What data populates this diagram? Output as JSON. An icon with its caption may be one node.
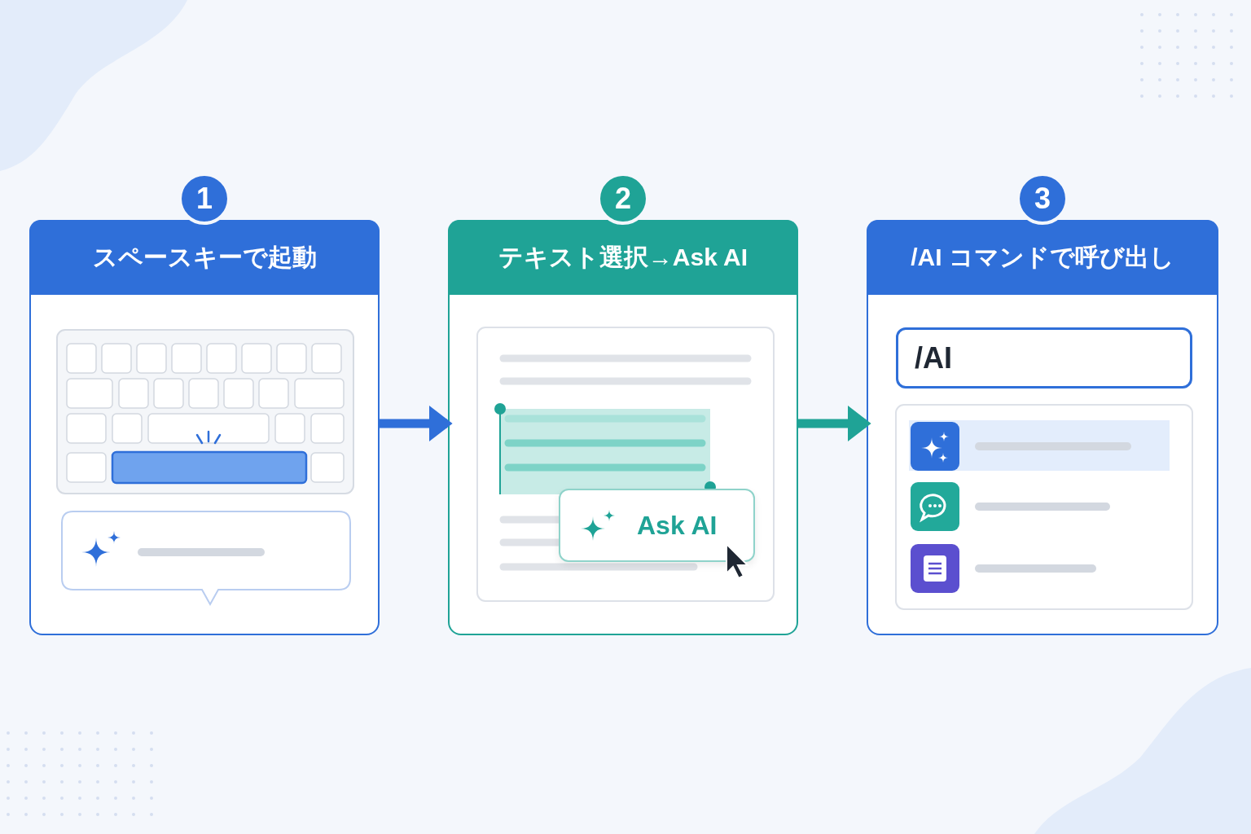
{
  "diagram": {
    "nodes": [
      {
        "text": [
          "1",
          "スペースキーで起動"
        ]
      },
      {
        "text": [
          "2",
          "テキスト選択→Ask AI"
        ]
      },
      {
        "text": [
          "3",
          "/AI コマンドで呼び出し"
        ]
      },
      {
        "text": [
          "Ask AI"
        ],
        "in": 1
      },
      {
        "text": [
          "/AI"
        ],
        "in": 2
      }
    ],
    "edges": [
      {
        "from": 0,
        "to": 1,
        "arrow": "to",
        "color": "#2f6fd9"
      },
      {
        "from": 1,
        "to": 2,
        "arrow": "to",
        "color": "#1fa396"
      }
    ]
  }
}
